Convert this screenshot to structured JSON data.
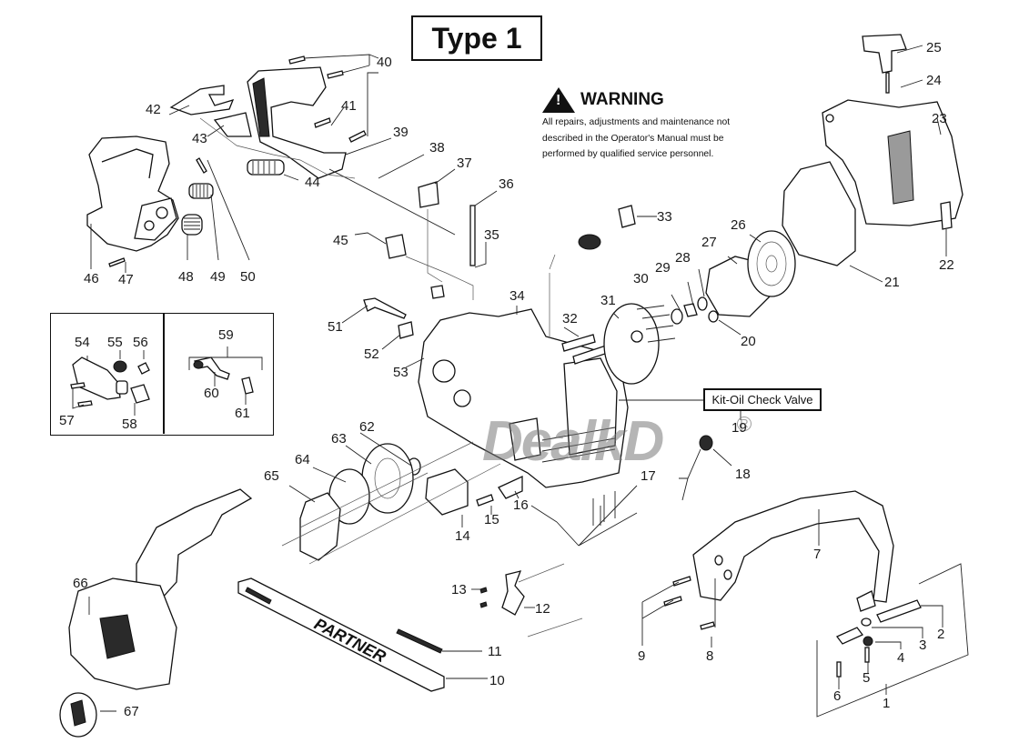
{
  "title": "Type 1",
  "warning": {
    "icon": "warning-triangle-icon",
    "heading": "WARNING",
    "lines": [
      "All repairs, adjustments and maintenance not",
      "described in the Operator's Manual must be",
      "performed by qualified  service personnel."
    ]
  },
  "kit_label": "Kit-Oil Check Valve",
  "watermark": "DealkD",
  "watermark_reg": "R",
  "bar_brand": "PARTNER",
  "callouts": {
    "c1": "1",
    "c2": "2",
    "c3": "3",
    "c4": "4",
    "c5": "5",
    "c6": "6",
    "c7": "7",
    "c8": "8",
    "c9": "9",
    "c10": "10",
    "c11": "11",
    "c12": "12",
    "c13": "13",
    "c14": "14",
    "c15": "15",
    "c16": "16",
    "c17": "17",
    "c18": "18",
    "c19": "19",
    "c20": "20",
    "c21": "21",
    "c22": "22",
    "c23": "23",
    "c24": "24",
    "c25": "25",
    "c26": "26",
    "c27": "27",
    "c28": "28",
    "c29": "29",
    "c30": "30",
    "c31": "31",
    "c32": "32",
    "c33": "33",
    "c34": "34",
    "c35": "35",
    "c36": "36",
    "c37": "37",
    "c38": "38",
    "c39": "39",
    "c40": "40",
    "c41": "41",
    "c42": "42",
    "c43": "43",
    "c44": "44",
    "c45": "45",
    "c46": "46",
    "c47": "47",
    "c48": "48",
    "c49": "49",
    "c50": "50",
    "c51": "51",
    "c52": "52",
    "c53": "53",
    "c54": "54",
    "c55": "55",
    "c56": "56",
    "c57": "57",
    "c58": "58",
    "c59": "59",
    "c60": "60",
    "c61": "61",
    "c62": "62",
    "c63": "63",
    "c64": "64",
    "c65": "65",
    "c66": "66",
    "c67": "67"
  }
}
